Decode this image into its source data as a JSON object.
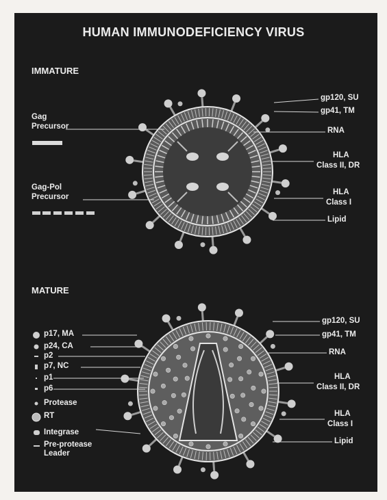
{
  "title": "HUMAN IMMUNODEFICIENCY VIRUS",
  "immature": {
    "heading": "IMMATURE",
    "right_labels": [
      "gp120, SU",
      "gp41, TM",
      "RNA",
      "HLA",
      "Class II, DR",
      "HLA",
      "Class I",
      "Lipid"
    ],
    "left_labels": [
      "Gag",
      "Precursor",
      "Gag-Pol",
      "Precursor"
    ]
  },
  "mature": {
    "heading": "MATURE",
    "right_labels": [
      "gp120, SU",
      "gp41, TM",
      "RNA",
      "HLA",
      "Class II, DR",
      "HLA",
      "Class I",
      "Lipid"
    ],
    "legend": [
      "p17, MA",
      "p24, CA",
      "p2",
      "p7, NC",
      "p1",
      "p6",
      "Protease",
      "RT",
      "Integrase",
      "Pre-protease",
      "Leader"
    ]
  },
  "colors": {
    "background": "#1b1b1b",
    "text": "#ececec",
    "page": "#f4f2ee"
  }
}
